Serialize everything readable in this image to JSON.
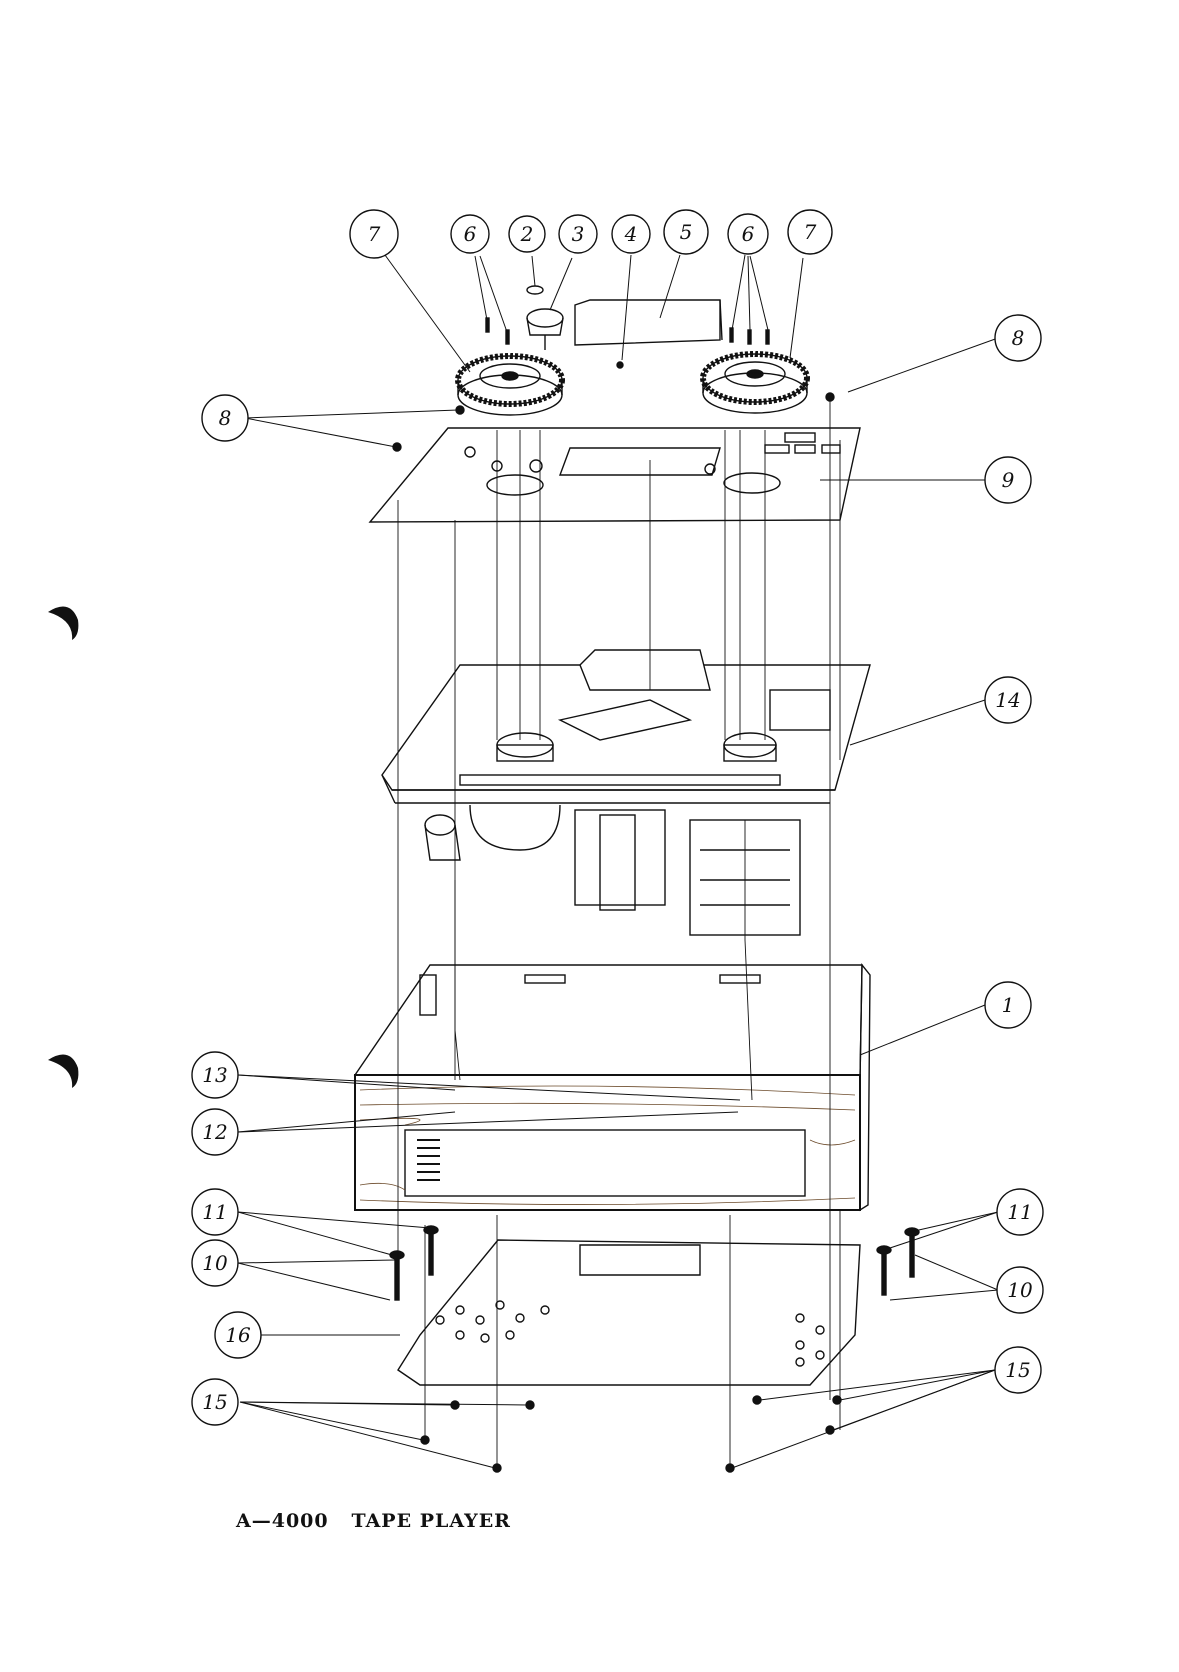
{
  "caption": "A—4000   TAPE PLAYER",
  "callout_labels": [
    "7",
    "6",
    "2",
    "3",
    "4",
    "5",
    "6",
    "7",
    "8",
    "8",
    "9",
    "14",
    "1",
    "13",
    "12",
    "11",
    "11",
    "10",
    "10",
    "16",
    "15",
    "15"
  ],
  "colors": {
    "ink": "#111111",
    "paper": "#ffffff",
    "wood": "#6b4a2a"
  }
}
